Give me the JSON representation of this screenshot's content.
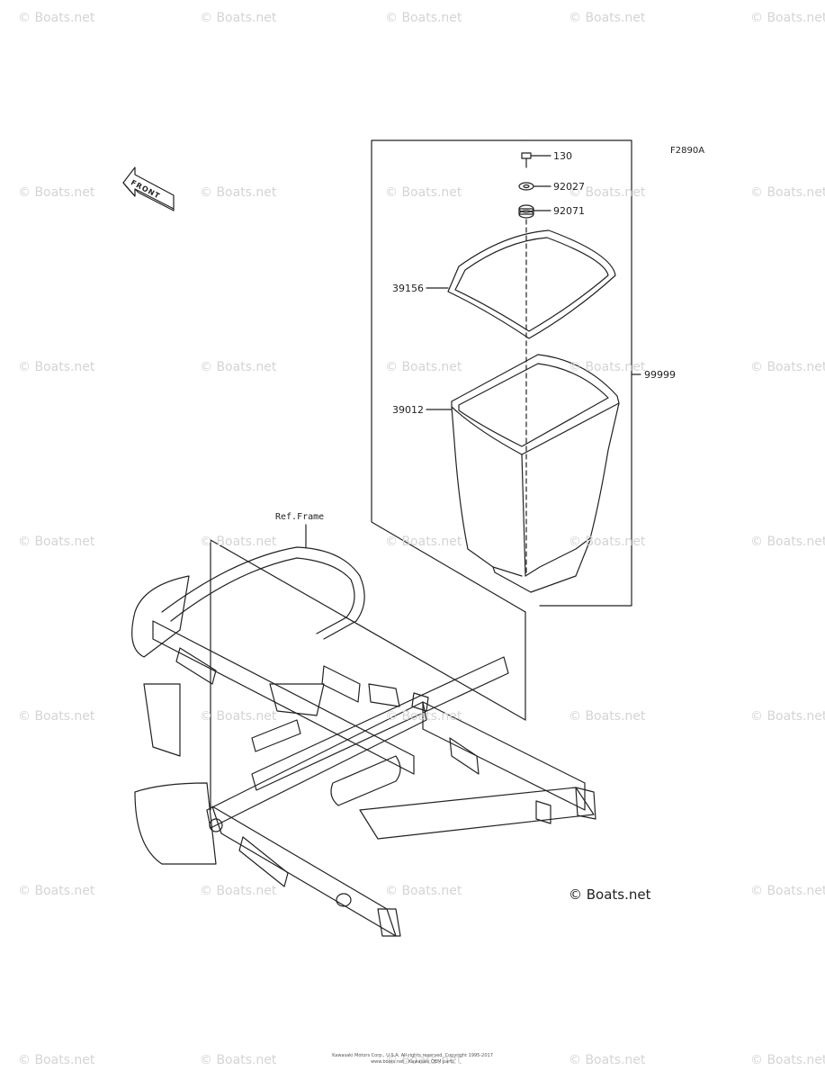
{
  "diagram_code": "F2890A",
  "watermark_text": "© Boats.net",
  "copyright_mark": "© Boats.net",
  "front_label": "FRONT",
  "reference_label": "Ref.Frame",
  "parts": [
    {
      "number": "130"
    },
    {
      "number": "92027"
    },
    {
      "number": "92071"
    },
    {
      "number": "39156"
    },
    {
      "number": "39012"
    },
    {
      "number": "99999"
    }
  ],
  "footer": {
    "line1": "Kawasaki Motors Corp., U.S.A. All rights reserved. Copyright 1995-2017",
    "line2": "www.boats.net - Kawasaki OEM parts"
  },
  "colors": {
    "line": "#222222",
    "watermark": "#d4d4d4",
    "background": "#ffffff"
  }
}
